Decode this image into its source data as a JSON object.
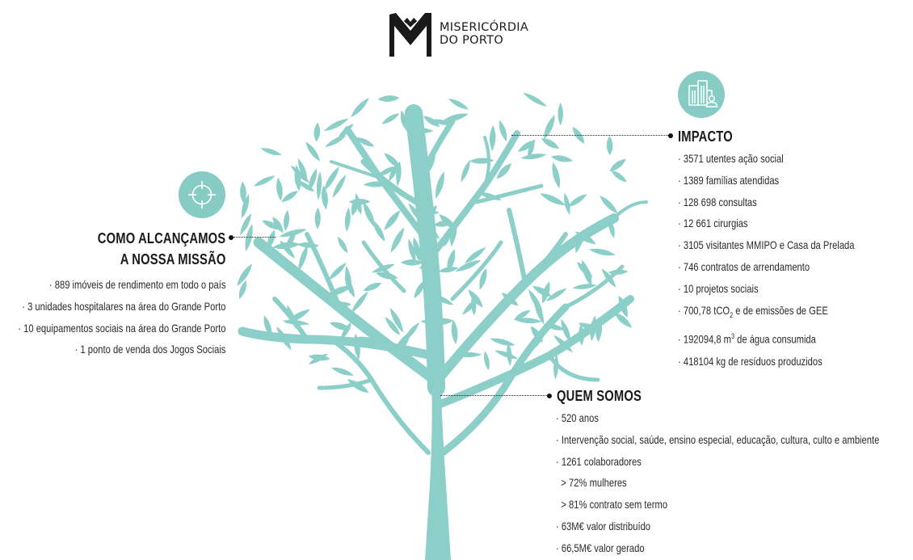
{
  "logo": {
    "line1": "MISERICÓRDIA",
    "line2": "DO PORTO"
  },
  "colors": {
    "tree": "#8bcfc8",
    "icon_bg": "#86ccc4",
    "text": "#1e1e1e"
  },
  "icons": {
    "mission": "crosshair-target-icon",
    "impact": "buildings-person-icon"
  },
  "mission": {
    "title_line1": "COMO ALCANÇAMOS",
    "title_line2": "A NOSSA MISSÃO",
    "items": [
      "· 889 imóveis de rendimento em todo o país",
      "· 3 unidades hospitalares na área do Grande Porto",
      "· 10 equipamentos sociais na área do Grande Porto",
      "· 1 ponto de venda dos Jogos Sociais"
    ]
  },
  "impact": {
    "title": "IMPACTO",
    "items": [
      "· 3571 utentes ação social",
      "· 1389 famílias atendidas",
      "· 128 698 consultas",
      "· 12 661 cirurgias",
      "· 3105 visitantes MMIPO e Casa da Prelada",
      "· 746 contratos de arrendamento",
      "· 10 projetos sociais"
    ],
    "co2_prefix": "· 700,78 tCO",
    "co2_sub": "2",
    "co2_suffix": " e de emissões de GEE",
    "water_prefix": "· 192094,8 m",
    "water_sup": "3",
    "water_suffix": " de água consumida",
    "waste": "· 418104 kg de resíduos produzidos"
  },
  "who": {
    "title": "QUEM SOMOS",
    "items": [
      "· 520 anos",
      "· Intervenção social, saúde, ensino especial, educação, cultura, culto e ambiente",
      "· 1261 colaboradores",
      "  > 72% mulheres",
      "  > 81% contrato sem termo",
      "· 63M€ valor distribuído",
      "· 66,5M€ valor gerado"
    ]
  }
}
